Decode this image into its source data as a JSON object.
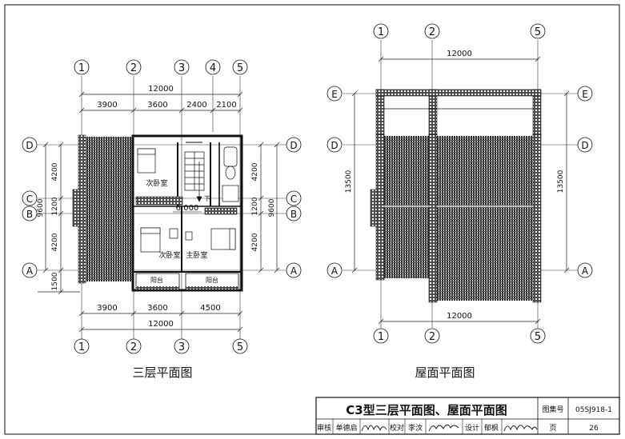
{
  "left_plan": {
    "caption": "三层平面图",
    "axes_top": [
      "1",
      "2",
      "3",
      "4",
      "5"
    ],
    "axes_bottom": [
      "1",
      "2",
      "3",
      "5"
    ],
    "axes_rows": [
      "D",
      "C",
      "B",
      "A"
    ],
    "total_top": "12000",
    "dims_top": [
      "3900",
      "3600",
      "2400",
      "2100"
    ],
    "total_bottom": "12000",
    "dims_bottom": [
      "3900",
      "3600",
      "4500"
    ],
    "dims_left": [
      "4200",
      "1200",
      "4200",
      "1500"
    ],
    "dims_left_total": "9600",
    "dims_right": [
      "4200",
      "1200",
      "4200"
    ],
    "dims_right_total": "9600",
    "rooms": {
      "bedroom_upper": "次卧室",
      "bedroom_lower": "次卧室",
      "master_bedroom": "主卧室",
      "balcony_left": "阳台",
      "balcony_right": "阳台"
    },
    "level": "6.000",
    "stair_mark": "下"
  },
  "right_plan": {
    "caption": "屋面平面图",
    "axes_top": [
      "1",
      "2",
      "5"
    ],
    "axes_bottom": [
      "1",
      "2",
      "5"
    ],
    "axes_rows": [
      "E",
      "D",
      "A"
    ],
    "total_top": "12000",
    "total_bottom": "12000",
    "dim_left": "13500",
    "dim_right": "13500"
  },
  "title_block": {
    "title": "C3型三层平面图、屋面平面图",
    "atlas_label": "图集号",
    "atlas_no": "05SJ918-1",
    "review_label": "审核",
    "reviewer": "单德启",
    "check_label": "校对",
    "checker": "李汶",
    "design_label": "设计",
    "designer": "郁枫",
    "page_label": "页",
    "page_no": "26"
  }
}
